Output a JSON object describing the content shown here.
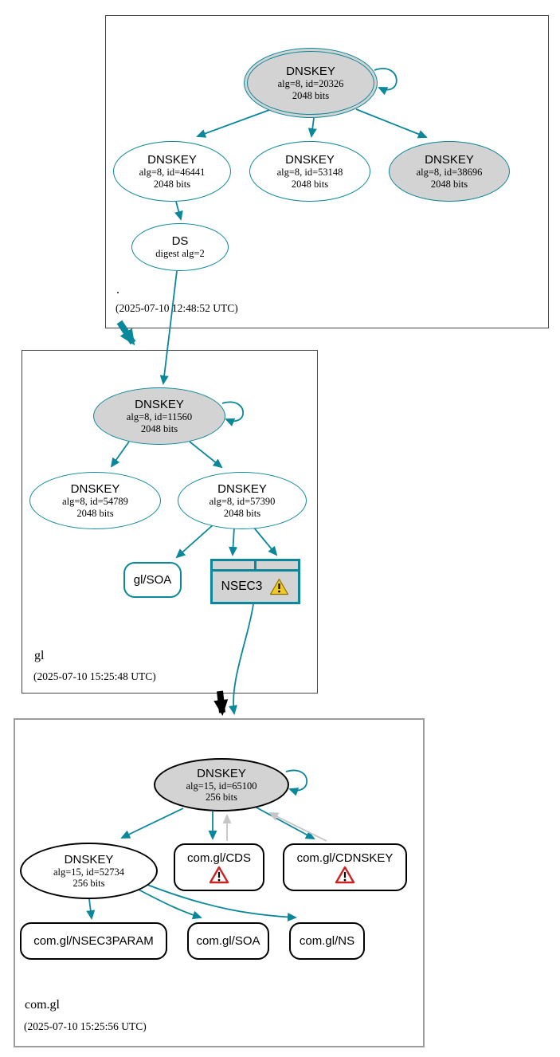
{
  "colors": {
    "accent_teal": "#0a879a",
    "node_gray_fill": "#d3d3d3",
    "edge_gray": "#c5c5c5",
    "warning_red": "#cc2222",
    "warning_yellow": "#f2c72c",
    "box_border_dark": "#454545",
    "box_border_light": "#9c9c9c"
  },
  "zones": {
    "root": {
      "label": ".",
      "timestamp": "(2025-07-10 12:48:52 UTC)",
      "nodes": {
        "ksk": {
          "title": "DNSKEY",
          "detail": "alg=8, id=20326",
          "bits": "2048 bits"
        },
        "key46441": {
          "title": "DNSKEY",
          "detail": "alg=8, id=46441",
          "bits": "2048 bits"
        },
        "key53148": {
          "title": "DNSKEY",
          "detail": "alg=8, id=53148",
          "bits": "2048 bits"
        },
        "key38696": {
          "title": "DNSKEY",
          "detail": "alg=8, id=38696",
          "bits": "2048 bits"
        },
        "ds": {
          "title": "DS",
          "detail": "digest alg=2"
        }
      }
    },
    "gl": {
      "label": "gl",
      "timestamp": "(2025-07-10 15:25:48 UTC)",
      "nodes": {
        "ksk": {
          "title": "DNSKEY",
          "detail": "alg=8, id=11560",
          "bits": "2048 bits"
        },
        "key54789": {
          "title": "DNSKEY",
          "detail": "alg=8, id=54789",
          "bits": "2048 bits"
        },
        "key57390": {
          "title": "DNSKEY",
          "detail": "alg=8, id=57390",
          "bits": "2048 bits"
        },
        "soa": {
          "label": "gl/SOA"
        },
        "nsec3": {
          "label": "NSEC3"
        }
      }
    },
    "comgl": {
      "label": "com.gl",
      "timestamp": "(2025-07-10 15:25:56 UTC)",
      "nodes": {
        "ksk": {
          "title": "DNSKEY",
          "detail": "alg=15, id=65100",
          "bits": "256 bits"
        },
        "key52734": {
          "title": "DNSKEY",
          "detail": "alg=15, id=52734",
          "bits": "256 bits"
        },
        "cds": {
          "label": "com.gl/CDS"
        },
        "cdnskey": {
          "label": "com.gl/CDNSKEY"
        },
        "nsec3param": {
          "label": "com.gl/NSEC3PARAM"
        },
        "soa": {
          "label": "com.gl/SOA"
        },
        "ns": {
          "label": "com.gl/NS"
        }
      }
    }
  }
}
